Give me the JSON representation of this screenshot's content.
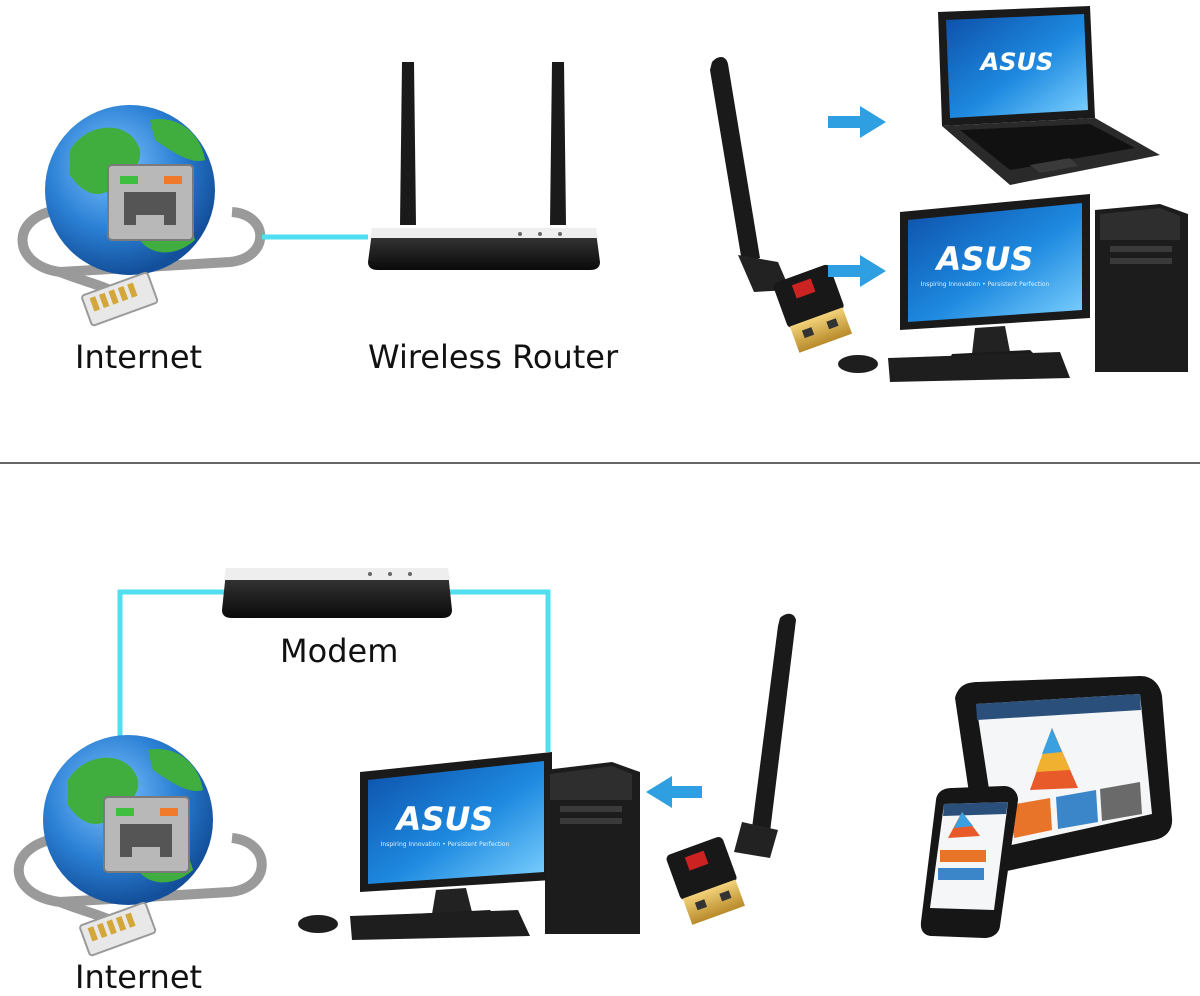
{
  "labels": {
    "internet_top": "Internet",
    "wireless_router": "Wireless Router",
    "modem": "Modem",
    "internet_bottom": "Internet"
  },
  "brand": {
    "logo": "ASUS",
    "tagline": "Inspiring Innovation • Persistent Perfection"
  },
  "colors": {
    "cable": "#4fdff0",
    "arrow": "#2e9fe0",
    "divider": "#666666",
    "globe_ocean": "#2a7fd4",
    "globe_land": "#3fae3f",
    "device_body": "#1a1a1a",
    "screen_blue": "#1e6fc4"
  },
  "icons": {
    "internet": "globe-ethernet-icon",
    "router": "wireless-router-icon",
    "modem": "modem-icon",
    "adapter": "usb-wifi-adapter-icon",
    "laptop": "laptop-icon",
    "desktop": "desktop-pc-icon",
    "tablet": "tablet-icon",
    "phone": "smartphone-icon"
  }
}
